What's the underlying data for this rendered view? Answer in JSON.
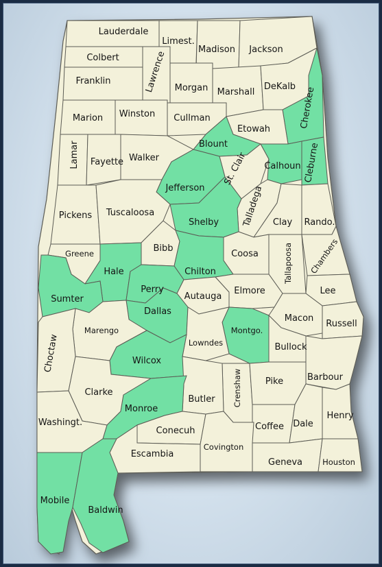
{
  "colors": {
    "background": "#1b2c44",
    "county_fill": "#f3f1da",
    "highlighted_fill": "#72e0a4",
    "border": "#5b5b54"
  },
  "highlighted_counties": [
    "Cherokee",
    "Blount",
    "Calhoun",
    "Cleburne",
    "Jefferson",
    "Shelby",
    "Hale",
    "Sumter",
    "Perry",
    "Chilton",
    "Dallas",
    "Montgo.",
    "Wilcox",
    "Monroe",
    "Mobile",
    "Baldwin"
  ],
  "counties": {
    "lauderdale": "Lauderdale",
    "limestone": "Limest.",
    "madison": "Madison",
    "jackson": "Jackson",
    "colbert": "Colbert",
    "lawrence": "Lawrence",
    "franklin": "Franklin",
    "morgan": "Morgan",
    "marshall": "Marshall",
    "dekalb": "DeKalb",
    "marion": "Marion",
    "winston": "Winston",
    "cullman": "Cullman",
    "cherokee": "Cherokee",
    "etowah": "Etowah",
    "blount": "Blount",
    "lamar": "Lamar",
    "fayette": "Fayette",
    "walker": "Walker",
    "st_clair": "St. Clair",
    "calhoun": "Calhoun",
    "cleburne": "Cleburne",
    "jefferson": "Jefferson",
    "talladega": "Talladega",
    "pickens": "Pickens",
    "tuscaloosa": "Tuscaloosa",
    "shelby": "Shelby",
    "clay": "Clay",
    "randolph": "Rando.",
    "bibb": "Bibb",
    "coosa": "Coosa",
    "tallapoosa": "Tallapoosa",
    "chambers": "Chambers",
    "greene": "Greene",
    "hale": "Hale",
    "chilton": "Chilton",
    "perry": "Perry",
    "autauga": "Autauga",
    "elmore": "Elmore",
    "lee": "Lee",
    "sumter": "Sumter",
    "dallas": "Dallas",
    "macon": "Macon",
    "russell": "Russell",
    "marengo": "Marengo",
    "montgomery": "Montgo.",
    "lowndes": "Lowndes",
    "bullock": "Bullock",
    "choctaw": "Choctaw",
    "wilcox": "Wilcox",
    "barbour": "Barbour",
    "clarke": "Clarke",
    "crenshaw": "Crenshaw",
    "pike": "Pike",
    "butler": "Butler",
    "henry": "Henry",
    "monroe": "Monroe",
    "washington": "Washingt.",
    "coffee": "Coffee",
    "dale": "Dale",
    "conecuh": "Conecuh",
    "covington": "Covington",
    "escambia": "Escambia",
    "geneva": "Geneva",
    "houston": "Houston",
    "mobile": "Mobile",
    "baldwin": "Baldwin"
  }
}
